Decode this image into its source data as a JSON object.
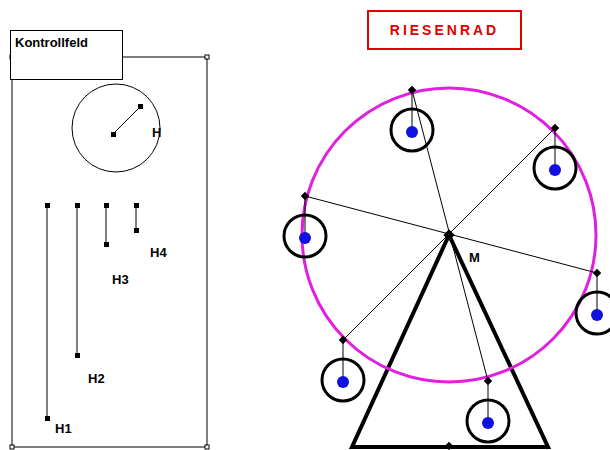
{
  "diagram": {
    "nodes": [
      {
        "text": [
          "Kontrollfeld"
        ]
      },
      {
        "text": [
          "RIESENRAD"
        ]
      }
    ],
    "labels": [
      "H",
      "H1",
      "H2",
      "H3",
      "H4",
      "M"
    ]
  }
}
